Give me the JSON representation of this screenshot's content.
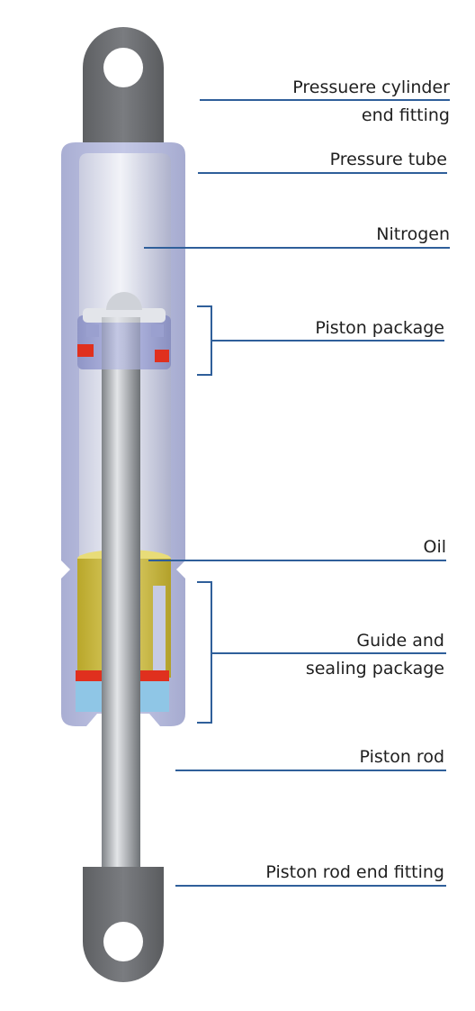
{
  "labels": {
    "end_fitting_top_1": "Pressuere cylinder",
    "end_fitting_top_2": "end fitting",
    "pressure_tube": "Pressure tube",
    "nitrogen": "Nitrogen",
    "piston_package": "Piston package",
    "oil": "Oil",
    "guide_seal_1": "Guide and",
    "guide_seal_2": "sealing package",
    "piston_rod": "Piston rod",
    "rod_end_fitting": "Piston rod end fitting"
  },
  "colors": {
    "leader": "#2f5f9a",
    "fitting": "#6e7073",
    "tube": "#b9bdde",
    "seal_red": "#e0301e",
    "guide_blue": "#8fc6e6",
    "oil": "#cdbc2e"
  }
}
